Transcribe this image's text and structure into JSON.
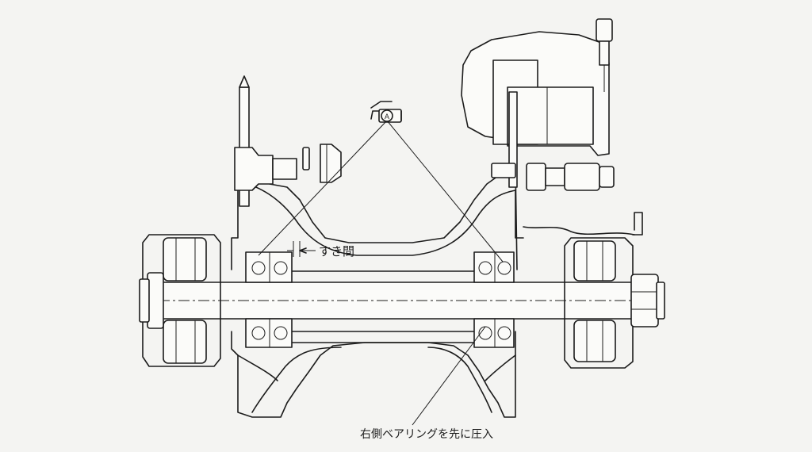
{
  "labels": {
    "clearance": "すき間",
    "press_instruction": "右側ベアリングを先に圧入",
    "grease_symbol_letter": "A"
  },
  "icons": {
    "grease_symbol": "grease-gun-icon"
  },
  "colors": {
    "background": "#f4f4f2",
    "line": "#1c1c1c"
  }
}
